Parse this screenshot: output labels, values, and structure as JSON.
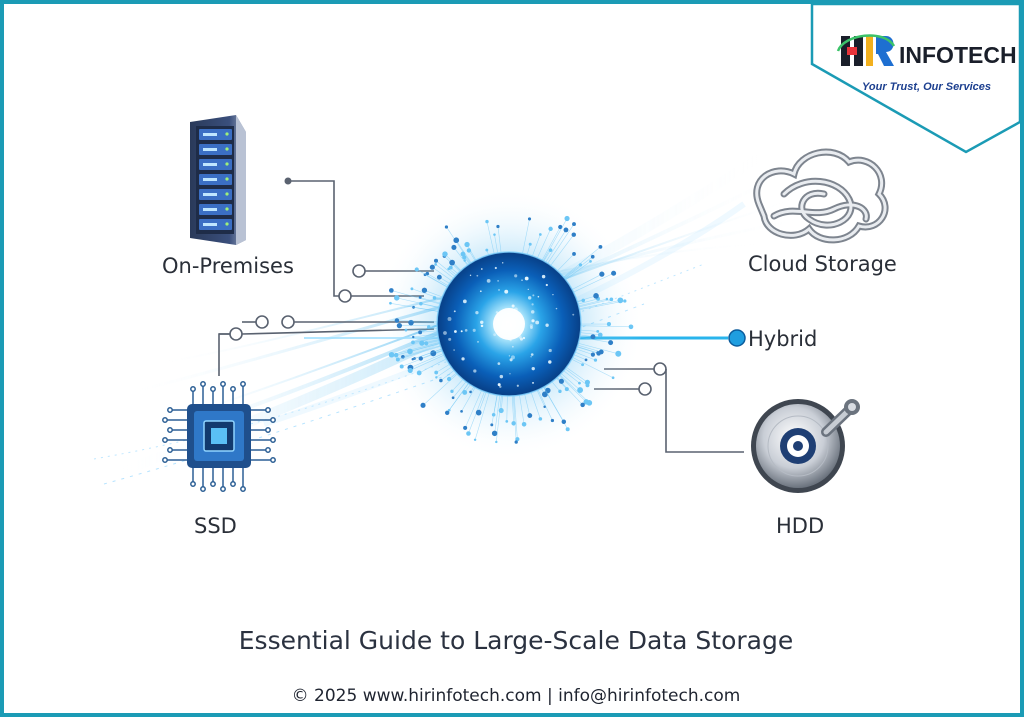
{
  "diagram": {
    "center_label": "",
    "nodes": [
      {
        "id": "on-premises",
        "label": "On-Premises",
        "icon": "server-rack-icon"
      },
      {
        "id": "cloud-storage",
        "label": "Cloud Storage",
        "icon": "cloud-knot-icon"
      },
      {
        "id": "hybrid",
        "label": "Hybrid",
        "icon": "dot-icon"
      },
      {
        "id": "ssd",
        "label": "SSD",
        "icon": "chip-icon"
      },
      {
        "id": "hdd",
        "label": "HDD",
        "icon": "disk-icon"
      }
    ],
    "title": "Essential Guide to Large-Scale Data Storage"
  },
  "brand": {
    "logo_mark": "HIR",
    "logo_word": "INFOTECH",
    "tagline": "Your Trust, Our Services"
  },
  "footer": {
    "text": "© 2025 www.hirinfotech.com | info@hirinfotech.com"
  },
  "colors": {
    "frame": "#1b9bb5",
    "glow": "#1fa8e6",
    "line": "#5a6270",
    "text": "#2a2f38"
  }
}
